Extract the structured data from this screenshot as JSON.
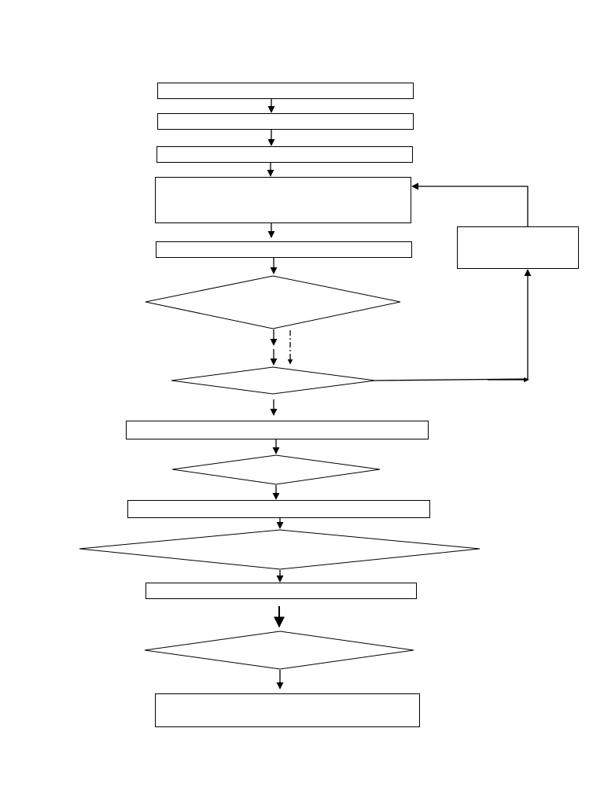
{
  "diagram": {
    "type": "flowchart",
    "colors": {
      "background": "#ffffff",
      "stroke": "#000000",
      "node_fill": "#ffffff"
    },
    "nodes": [
      {
        "id": "step-1",
        "shape": "rectangle",
        "label": ""
      },
      {
        "id": "step-2",
        "shape": "rectangle",
        "label": ""
      },
      {
        "id": "step-3",
        "shape": "rectangle",
        "label": ""
      },
      {
        "id": "step-4",
        "shape": "rectangle",
        "label": ""
      },
      {
        "id": "step-5",
        "shape": "rectangle",
        "label": ""
      },
      {
        "id": "decision-1",
        "shape": "diamond",
        "label": ""
      },
      {
        "id": "decision-2",
        "shape": "diamond",
        "label": ""
      },
      {
        "id": "side-box",
        "shape": "rectangle",
        "label": ""
      },
      {
        "id": "step-6",
        "shape": "rectangle",
        "label": ""
      },
      {
        "id": "decision-3",
        "shape": "diamond",
        "label": ""
      },
      {
        "id": "step-7",
        "shape": "rectangle",
        "label": ""
      },
      {
        "id": "decision-4",
        "shape": "diamond",
        "label": ""
      },
      {
        "id": "step-8",
        "shape": "rectangle",
        "label": ""
      },
      {
        "id": "decision-5",
        "shape": "diamond",
        "label": ""
      },
      {
        "id": "step-9",
        "shape": "rectangle",
        "label": ""
      }
    ],
    "edges": [
      {
        "from": "step-1",
        "to": "step-2",
        "style": "solid"
      },
      {
        "from": "step-2",
        "to": "step-3",
        "style": "solid"
      },
      {
        "from": "step-3",
        "to": "step-4",
        "style": "solid"
      },
      {
        "from": "step-4",
        "to": "step-5",
        "style": "solid"
      },
      {
        "from": "step-5",
        "to": "decision-1",
        "style": "solid"
      },
      {
        "from": "decision-1",
        "to": "decision-2",
        "style": "solid"
      },
      {
        "from": "decision-1",
        "to": "decision-2",
        "style": "dashed"
      },
      {
        "from": "decision-2",
        "to": "side-box",
        "style": "solid"
      },
      {
        "from": "side-box",
        "to": "step-4",
        "style": "solid"
      },
      {
        "from": "decision-2",
        "to": "step-6",
        "style": "solid"
      },
      {
        "from": "step-6",
        "to": "decision-3",
        "style": "solid"
      },
      {
        "from": "decision-3",
        "to": "step-7",
        "style": "solid"
      },
      {
        "from": "step-7",
        "to": "decision-4",
        "style": "solid"
      },
      {
        "from": "decision-4",
        "to": "step-8",
        "style": "solid"
      },
      {
        "from": "step-8",
        "to": "decision-5",
        "style": "solid"
      },
      {
        "from": "decision-5",
        "to": "step-9",
        "style": "solid"
      }
    ]
  }
}
